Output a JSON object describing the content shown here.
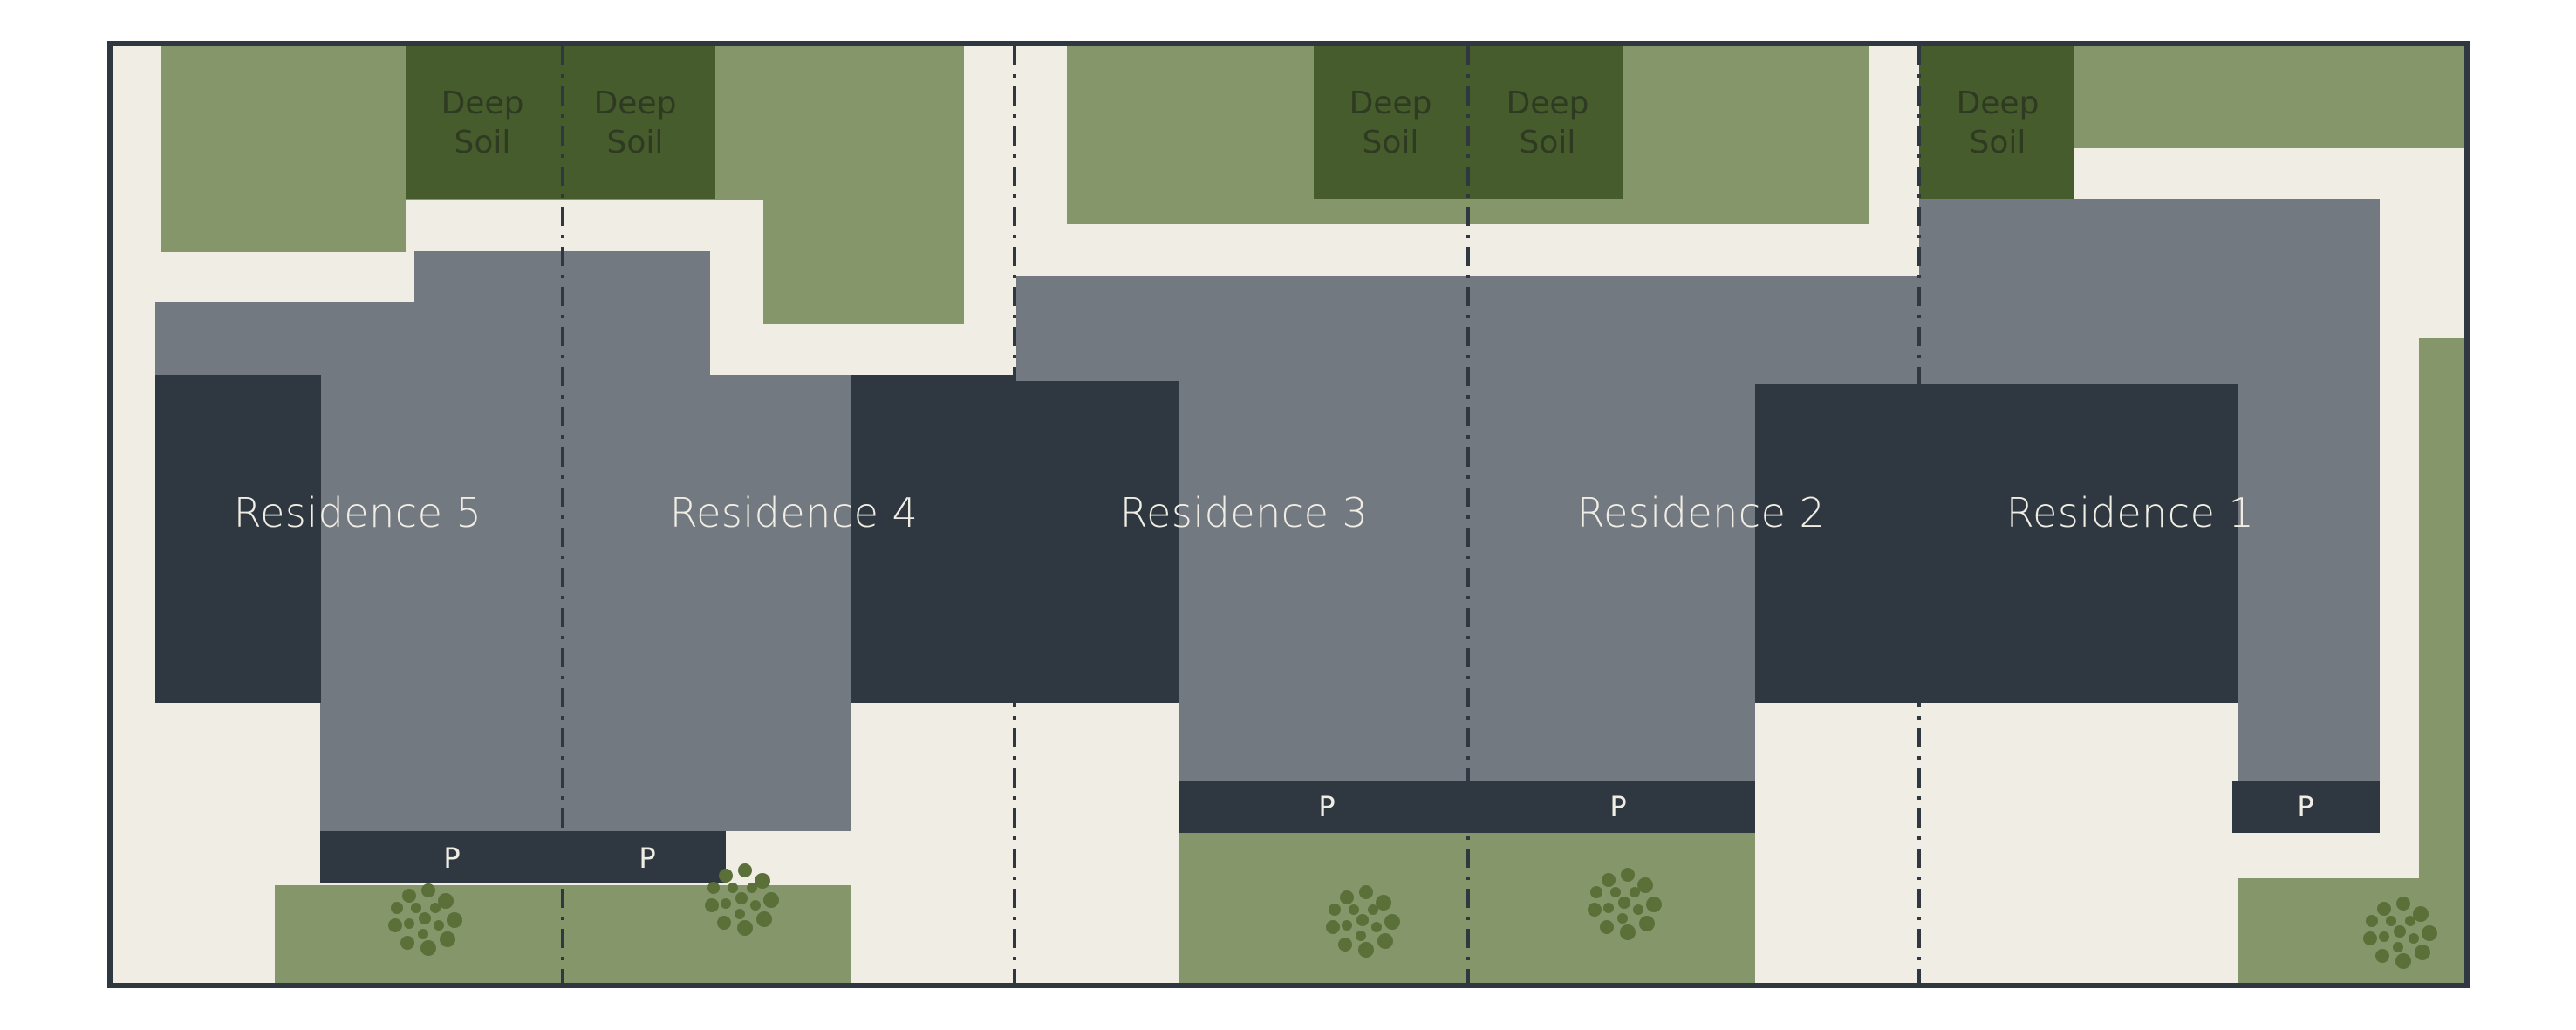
{
  "colors": {
    "background": "#ffffff",
    "ground": "#f0ede4",
    "frame": "#2f3840",
    "lawn": "#84966a",
    "deep_soil": "#465c2c",
    "roof": "#737980",
    "building_dark": "#2f3840",
    "tree": "#5a7038",
    "boundary_line": "#2f3840"
  },
  "residences": [
    {
      "label": "Residence 5"
    },
    {
      "label": "Residence 4"
    },
    {
      "label": "Residence 3"
    },
    {
      "label": "Residence 2"
    },
    {
      "label": "Residence 1"
    }
  ],
  "deep_soil": [
    {
      "line1": "Deep",
      "line2": "Soil"
    },
    {
      "line1": "Deep",
      "line2": "Soil"
    },
    {
      "line1": "Deep",
      "line2": "Soil"
    },
    {
      "line1": "Deep",
      "line2": "Soil"
    },
    {
      "line1": "Deep",
      "line2": "Soil"
    }
  ],
  "parking": [
    {
      "label": "P"
    },
    {
      "label": "P"
    },
    {
      "label": "P"
    },
    {
      "label": "P"
    },
    {
      "label": "P"
    }
  ],
  "trees": [
    {
      "icon": "tree-icon"
    },
    {
      "icon": "tree-icon"
    },
    {
      "icon": "tree-icon"
    },
    {
      "icon": "tree-icon"
    },
    {
      "icon": "tree-icon"
    }
  ]
}
